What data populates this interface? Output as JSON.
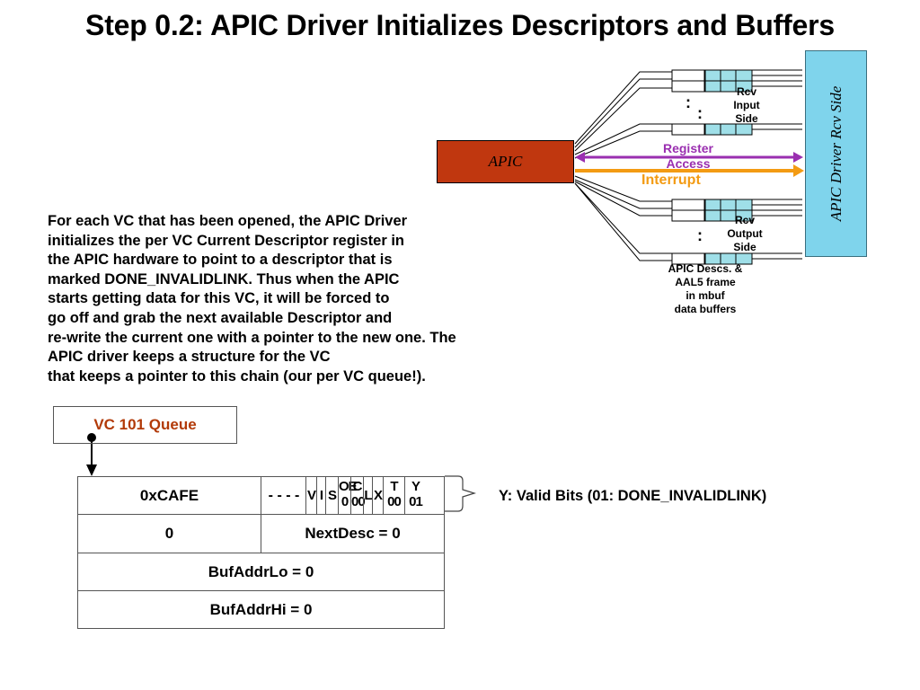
{
  "title": "Step 0.2: APIC Driver Initializes Descriptors and Buffers",
  "paragraph": [
    "For each VC that has been opened, the APIC Driver",
    "initializes the per VC Current Descriptor register in",
    "the APIC hardware to point to a descriptor that is",
    "marked DONE_INVALIDLINK. Thus when the APIC",
    "starts getting data for this VC, it will be forced to",
    "go off and grab the next available Descriptor and",
    "re-write the current one with a pointer to the new one. The",
    "APIC driver keeps a structure for the VC",
    "that keeps a pointer to this chain (our per VC queue!)."
  ],
  "diagram": {
    "apic_label": "APIC",
    "driver_label": "APIC Driver Rcv Side",
    "rcv_input": [
      "Rcv",
      "Input",
      "Side"
    ],
    "rcv_output": [
      "Rcv",
      "Output",
      "Side"
    ],
    "register_access": [
      "Register",
      "Access"
    ],
    "interrupt": "Interrupt",
    "descs_caption": [
      "APIC Descs. &",
      "AAL5 frame",
      "in mbuf",
      "data buffers"
    ],
    "ellipsis": ":"
  },
  "queue": {
    "label": "VC 101 Queue"
  },
  "descriptor": {
    "row1": {
      "addr": "0xCAFE",
      "dashes": "- - - -",
      "bits": [
        {
          "top": "V",
          "bottom": ""
        },
        {
          "top": "I",
          "bottom": ""
        },
        {
          "top": "S",
          "bottom": ""
        },
        {
          "top": "OE",
          "bottom": "0"
        },
        {
          "top": "C",
          "bottom": "00"
        },
        {
          "top": "L",
          "bottom": ""
        },
        {
          "top": "X",
          "bottom": ""
        },
        {
          "top": "T",
          "bottom": "00"
        },
        {
          "top": "Y",
          "bottom": "01"
        }
      ]
    },
    "row2_left": "0",
    "row2_right": "NextDesc = 0",
    "row3": "BufAddrLo = 0",
    "row4": "BufAddrHi = 0",
    "valid_bits_note": "Y: Valid Bits (01: DONE_INVALIDLINK)"
  },
  "colors": {
    "apic": "#c0370f",
    "driver": "#7fd4ec",
    "register_access": "#9a2fb0",
    "interrupt": "#f39b13",
    "queue_label": "#b23a08",
    "buffer_fill": "#9fdfe8"
  }
}
